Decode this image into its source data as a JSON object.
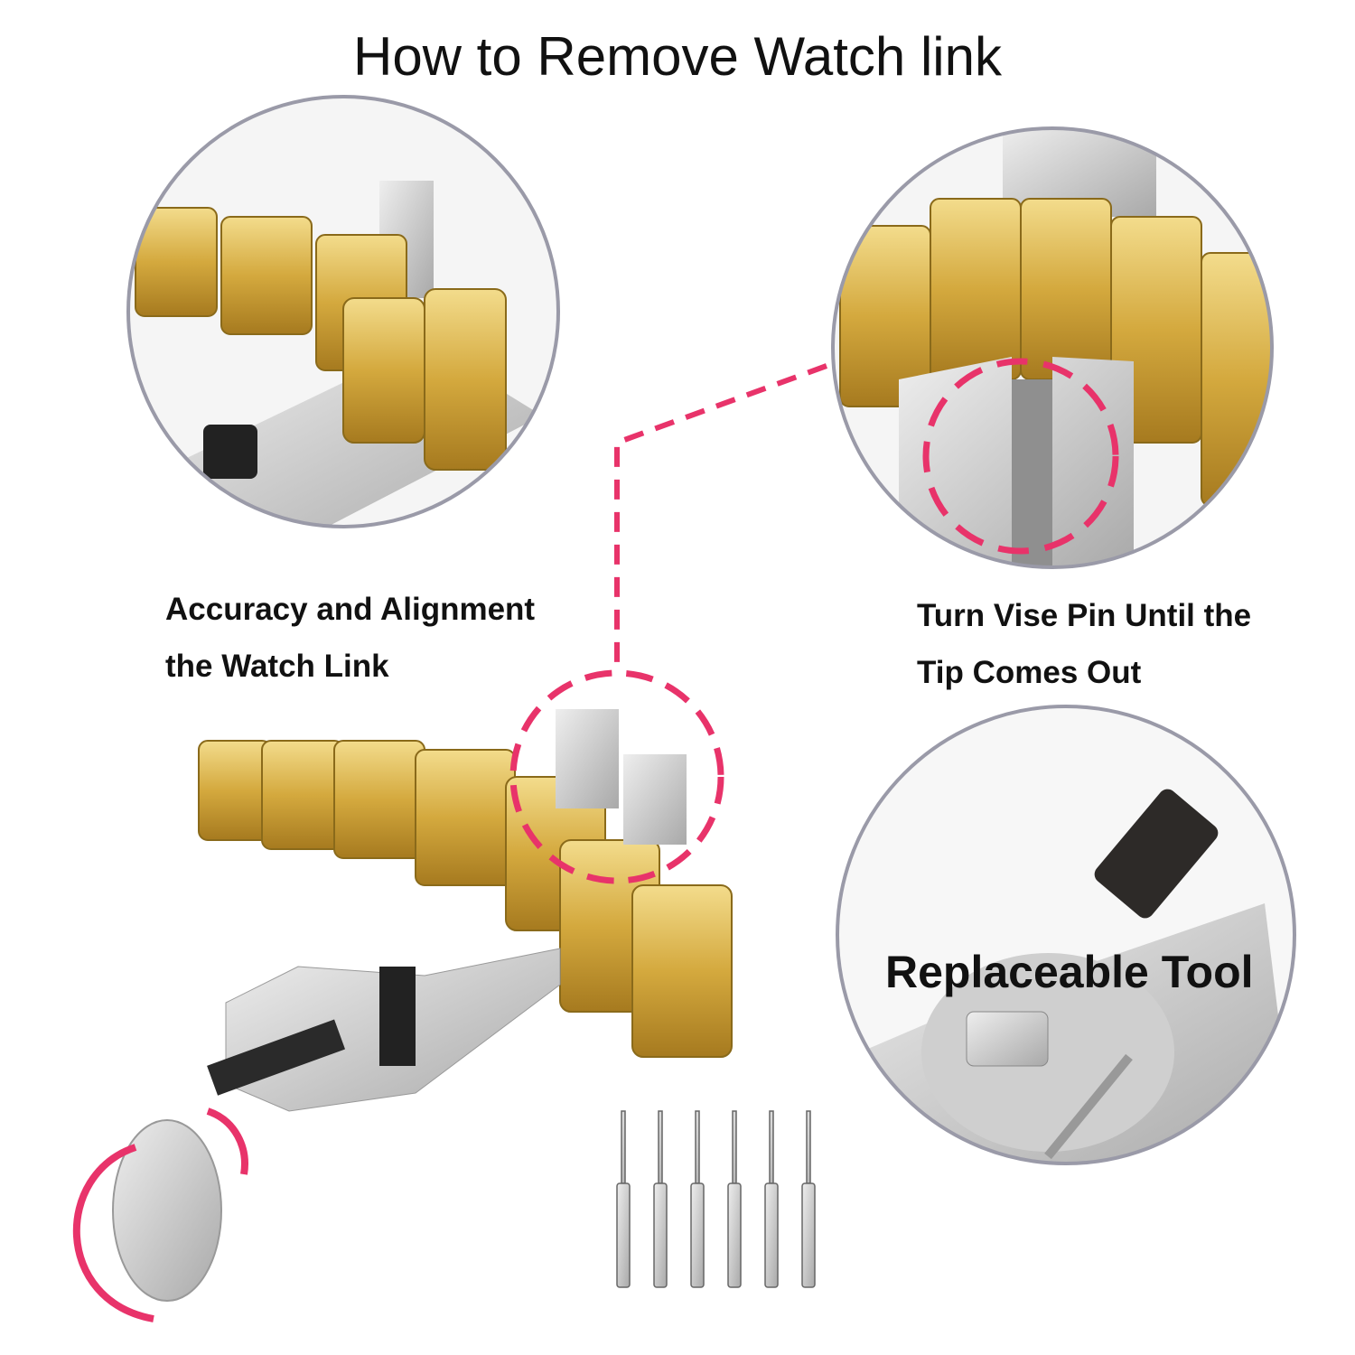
{
  "title": "How to Remove Watch link",
  "steps": [
    {
      "line1": "Accuracy and Alignment",
      "line2": "the Watch Link"
    },
    {
      "line1": "Turn Vise Pin Until the",
      "line2": "Tip Comes Out"
    }
  ],
  "feature_label": "Replaceable Tool",
  "colors": {
    "accent": "#e8336a",
    "gold": "#d9b24a",
    "silver": "#c9c9c9",
    "circle_border": "#9a9aa8"
  }
}
